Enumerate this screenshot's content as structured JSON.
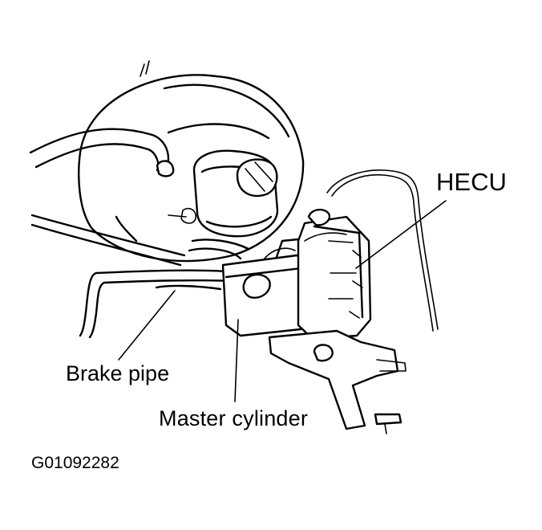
{
  "diagram": {
    "labels": {
      "hecu": "HECU",
      "brake_pipe": "Brake pipe",
      "master_cylinder": "Master cylinder"
    },
    "figure_code": "G01092282"
  }
}
